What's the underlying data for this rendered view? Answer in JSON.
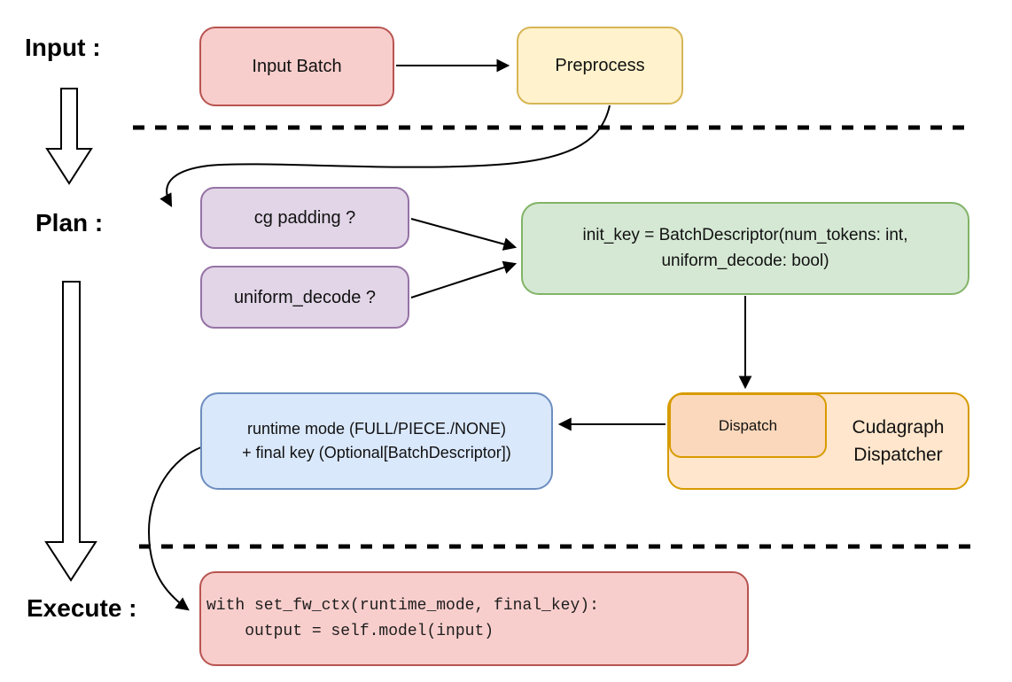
{
  "stages": {
    "input_label": "Input :",
    "plan_label": "Plan :",
    "execute_label": "Execute :"
  },
  "nodes": {
    "input_batch": {
      "label": "Input Batch",
      "fill": "#F8CECC",
      "border": "#B85450"
    },
    "preprocess": {
      "label": "Preprocess",
      "fill": "#FFF2CC",
      "border": "#D6B656"
    },
    "cg_padding": {
      "label": "cg padding ?",
      "fill": "#E1D5E7",
      "border": "#9673A6"
    },
    "uniform_decode": {
      "label": "uniform_decode ?",
      "fill": "#E1D5E7",
      "border": "#9673A6"
    },
    "init_key": {
      "line1": "init_key = BatchDescriptor(num_tokens: int,",
      "line2": "uniform_decode: bool)",
      "fill": "#D5E8D4",
      "border": "#82B366"
    },
    "runtime_mode": {
      "line1": "runtime mode (FULL/PIECE./NONE)",
      "line2": "+ final key (Optional[BatchDescriptor])",
      "fill": "#DAE8FC",
      "border": "#6C8EBF"
    },
    "dispatch": {
      "label": "Dispatch",
      "fill": "#FBD8BB",
      "border": "#D79B00"
    },
    "cudagraph_dispatcher": {
      "line1": "Cudagraph",
      "line2": "Dispatcher",
      "fill": "#FFE6CC",
      "border": "#D79B00"
    },
    "execute_code": {
      "line1": "with set_fw_ctx(runtime_mode, final_key):",
      "line2": "    output = self.model(input)",
      "fill": "#F8CECC",
      "border": "#B85450"
    }
  },
  "connector_color": "#000000"
}
